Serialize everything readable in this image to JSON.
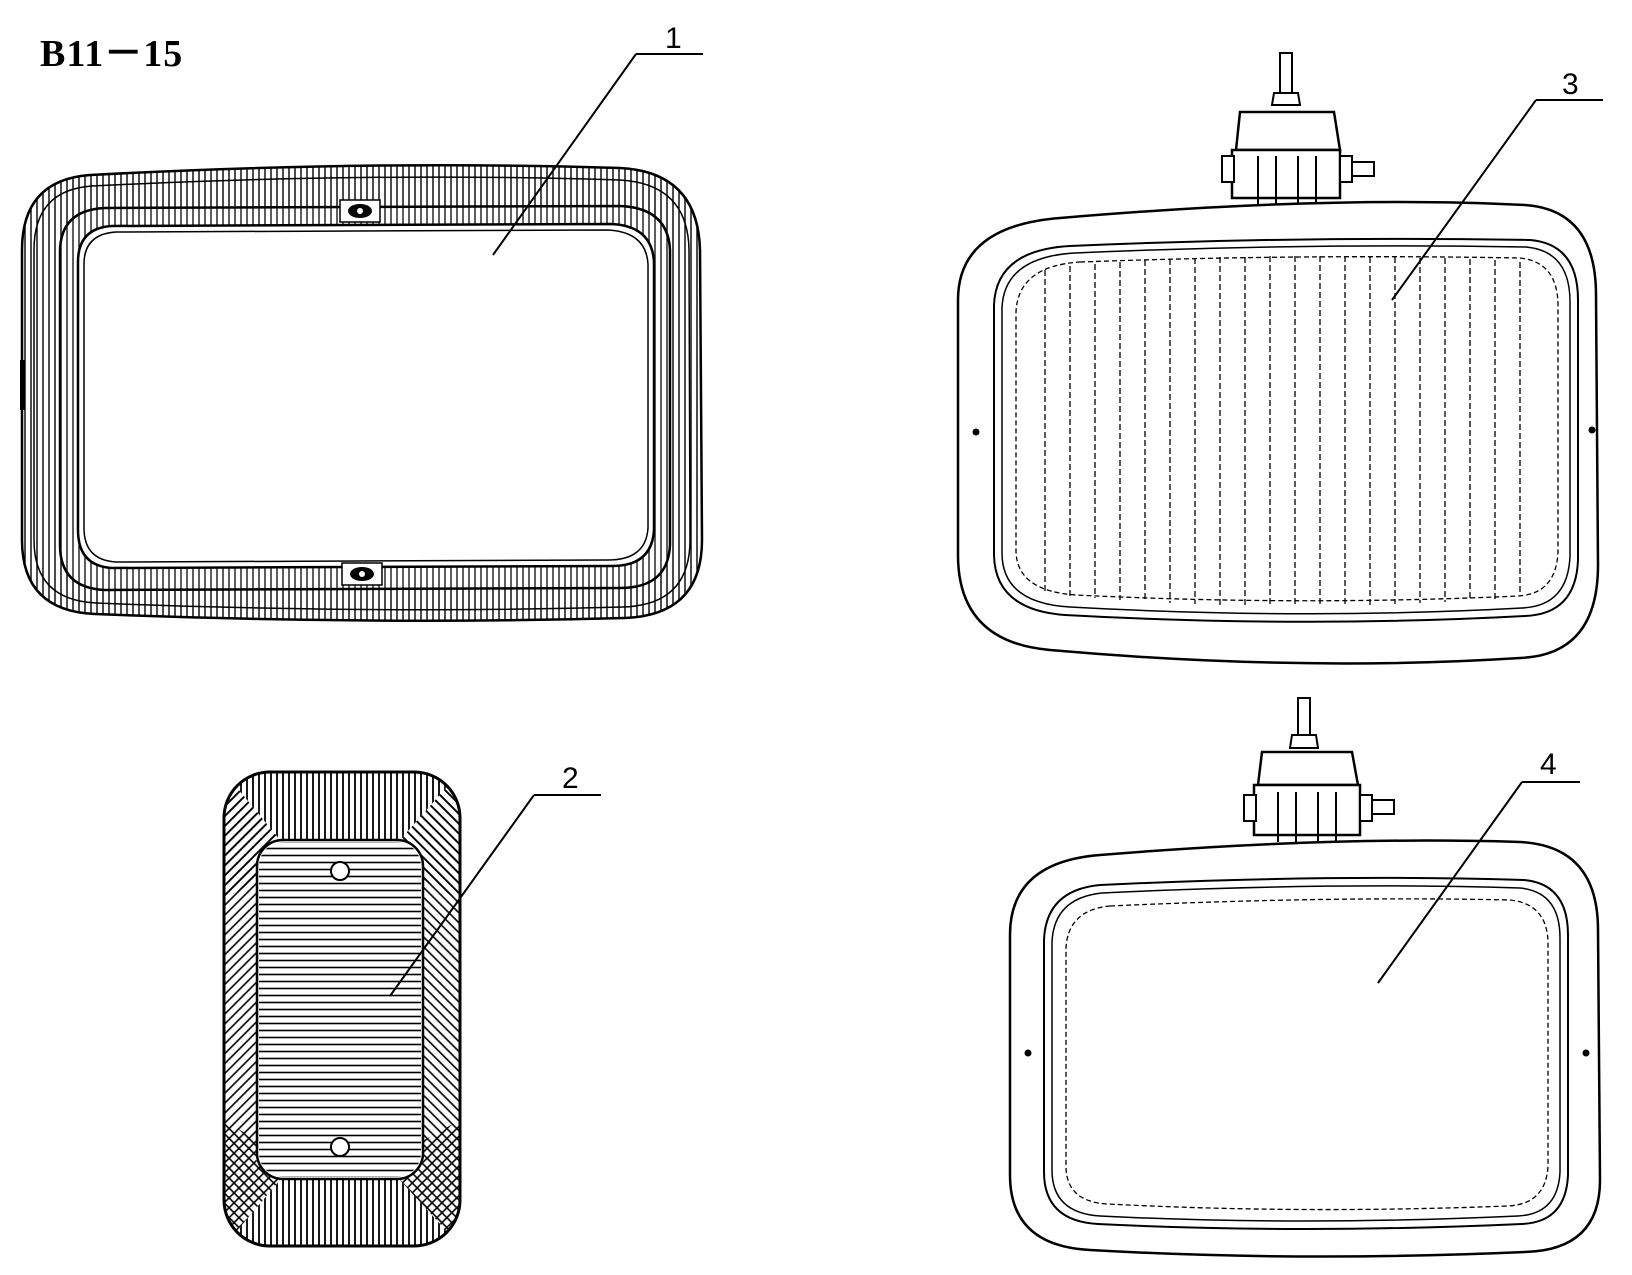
{
  "sheet": {
    "title": "B11－15"
  },
  "callouts": [
    {
      "id": "1",
      "label": "1"
    },
    {
      "id": "2",
      "label": "2"
    },
    {
      "id": "3",
      "label": "3"
    },
    {
      "id": "4",
      "label": "4"
    }
  ],
  "colors": {
    "ink": "#000000",
    "paper": "#ffffff"
  }
}
